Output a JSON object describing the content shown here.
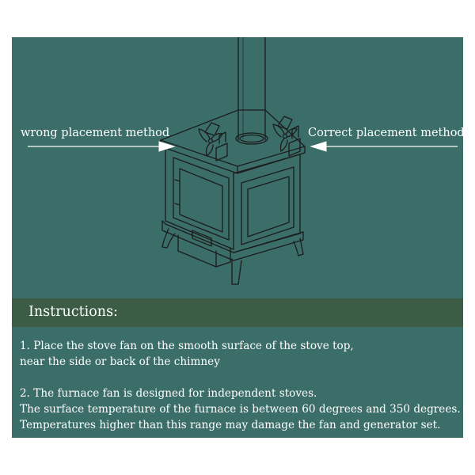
{
  "diagram": {
    "wrong_label": "wrong placement method",
    "correct_label": "Correct placement method"
  },
  "instructions": {
    "title": "Instructions:",
    "para1": [
      "1. Place the stove fan on the smooth surface of the stove top,",
      "near the side or back of the chimney"
    ],
    "para2": [
      "2. The furnace fan is designed for independent stoves.",
      "The surface temperature of the furnace is between 60 degrees and 350 degrees.",
      "Temperatures higher than this range may damage the fan and generator set."
    ]
  },
  "colors": {
    "background": "#3b6e69",
    "instructions_bar": "#3d5c45",
    "line_art": "#1c1c1c",
    "text": "#ffffff"
  }
}
